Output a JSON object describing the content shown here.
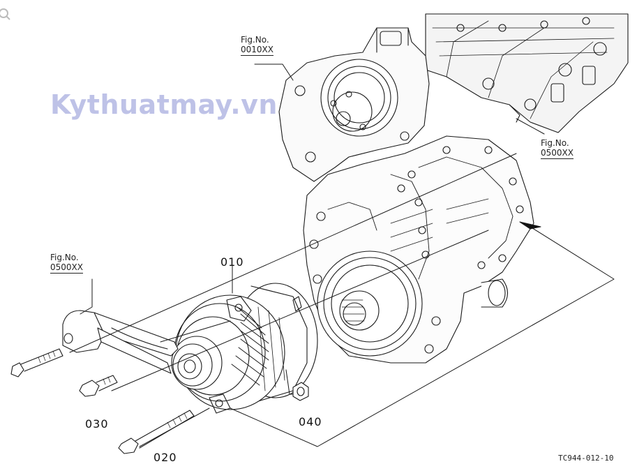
{
  "watermark": "Kythuatmay.vn",
  "figure_refs": {
    "top": [
      "Fig.No.",
      "0010XX"
    ],
    "right": [
      "Fig.No.",
      "0500XX"
    ],
    "left": [
      "Fig.No.",
      "0500XX"
    ]
  },
  "part_numbers": {
    "alternator": "010",
    "long_bolt": "020",
    "short_bolt": "030",
    "nut": "040"
  },
  "drawing_id": "TC944-012-10",
  "colors": {
    "line": "#1a1a1a",
    "watermark": "#a9aee0",
    "background": "#ffffff"
  },
  "icons": [
    "search-icon"
  ]
}
